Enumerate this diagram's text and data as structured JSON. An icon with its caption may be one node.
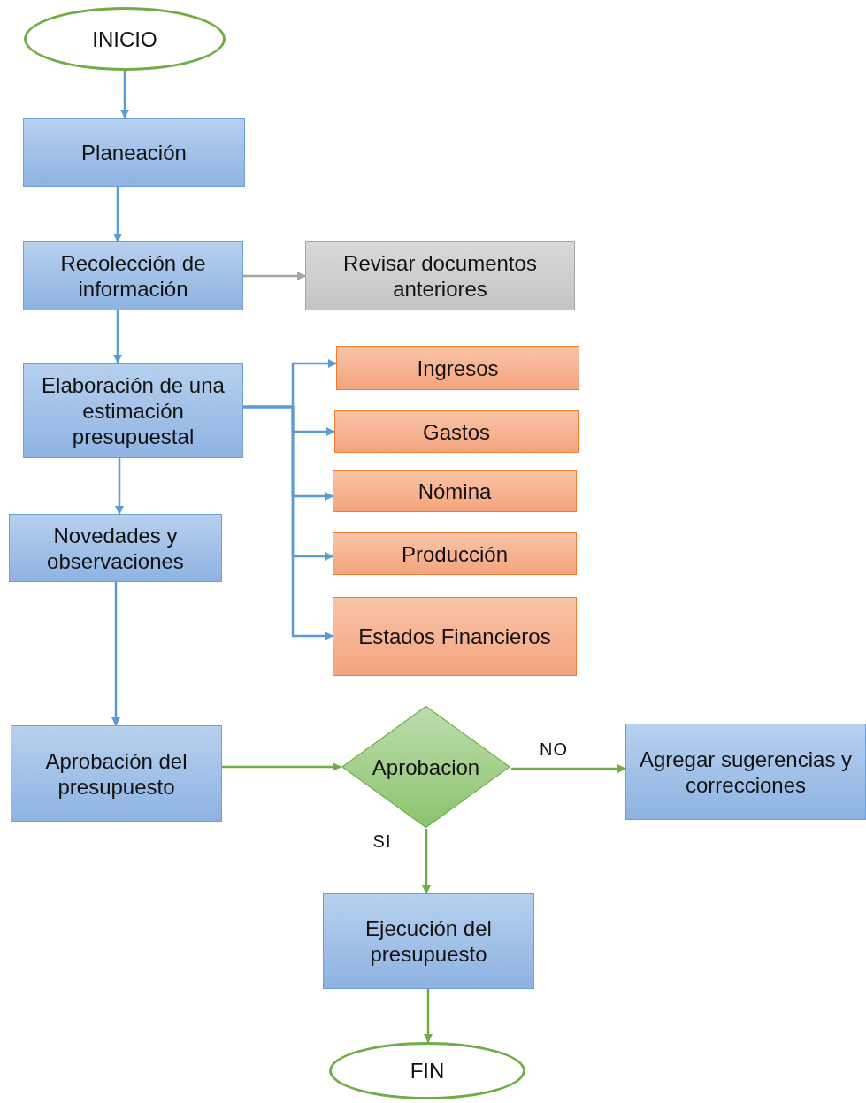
{
  "diagram": {
    "nodes": [
      {
        "text": [
          "INICIO"
        ]
      },
      {
        "text": [
          "Planeación"
        ]
      },
      {
        "text": [
          "Recolección de información"
        ]
      },
      {
        "text": [
          "Revisar documentos anteriores"
        ]
      },
      {
        "text": [
          "Elaboración de una estimación presupuestal"
        ]
      },
      {
        "text": [
          "Ingresos"
        ]
      },
      {
        "text": [
          "Gastos"
        ]
      },
      {
        "text": [
          "Nómina"
        ]
      },
      {
        "text": [
          "Producción"
        ]
      },
      {
        "text": [
          "Estados Financieros"
        ]
      },
      {
        "text": [
          "Novedades y observaciones"
        ]
      },
      {
        "text": [
          "Aprobación del presupuesto"
        ]
      },
      {
        "text": [
          "Aprobacion"
        ]
      },
      {
        "text": [
          "Agregar sugerencias y correcciones"
        ]
      },
      {
        "text": [
          "Ejecución del presupuesto"
        ]
      },
      {
        "text": [
          "FIN"
        ]
      }
    ],
    "edges": [
      {
        "from": 0,
        "to": 1,
        "arrow": "to"
      },
      {
        "from": 1,
        "to": 2,
        "arrow": "to"
      },
      {
        "from": 2,
        "to": 3,
        "arrow": "to",
        "color": "#a5a5a5"
      },
      {
        "from": 2,
        "to": 4,
        "arrow": "to"
      },
      {
        "from": 4,
        "to": 5,
        "arrow": "to"
      },
      {
        "from": 4,
        "to": 6,
        "arrow": "to"
      },
      {
        "from": 4,
        "to": 7,
        "arrow": "to"
      },
      {
        "from": 4,
        "to": 8,
        "arrow": "to"
      },
      {
        "from": 4,
        "to": 9,
        "arrow": "to"
      },
      {
        "from": 4,
        "to": 10,
        "arrow": "to"
      },
      {
        "from": 10,
        "to": 11,
        "arrow": "to"
      },
      {
        "from": 11,
        "to": 12,
        "arrow": "to",
        "color": "#70ad47"
      },
      {
        "from": 12,
        "to": 13,
        "arrow": "to",
        "label": "NO",
        "color": "#70ad47"
      },
      {
        "from": 12,
        "to": 14,
        "arrow": "to",
        "label": "SI",
        "color": "#70ad47"
      },
      {
        "from": 14,
        "to": 15,
        "arrow": "to",
        "color": "#70ad47"
      }
    ]
  }
}
